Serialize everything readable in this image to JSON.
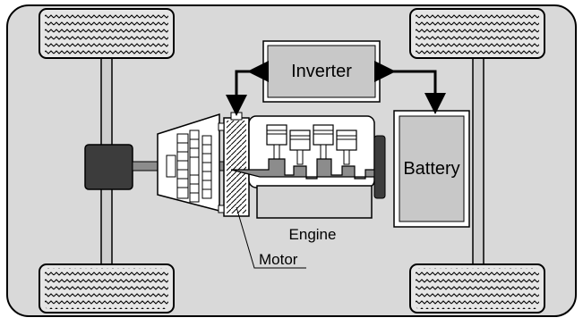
{
  "labels": {
    "inverter": "Inverter",
    "battery": "Battery",
    "engine": "Engine",
    "motor": "Motor"
  },
  "colors": {
    "frame_fill": "#d9d9d9",
    "box_fill": "#c8c8c8",
    "engine_block": "#d4d4d4",
    "dark_part": "#3c3c3c",
    "mid_part": "#8c8c8c",
    "stroke": "#000000"
  }
}
